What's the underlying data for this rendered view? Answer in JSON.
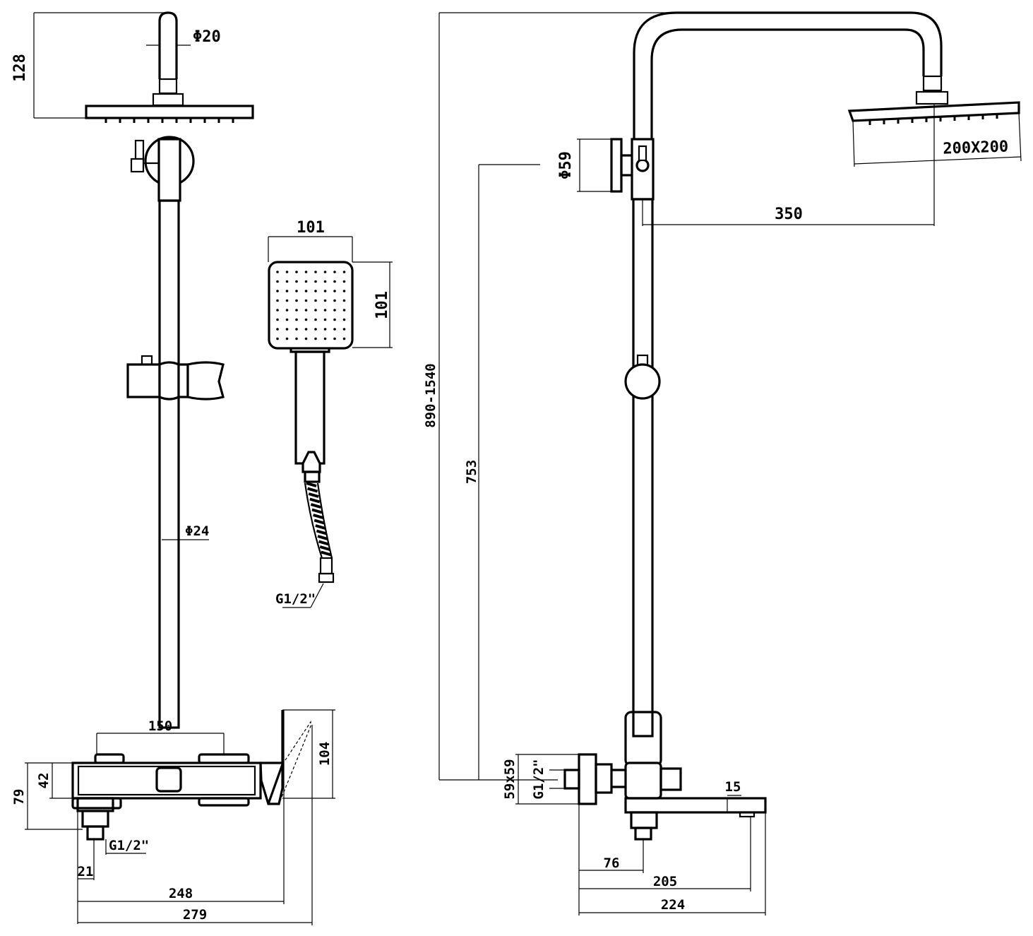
{
  "drawing": {
    "front_view": {
      "dim_head_height": "128",
      "dim_arm_diameter": "Φ20",
      "dim_pipe_diameter": "Φ24",
      "dim_valve_spacing": "150",
      "dim_lever_height": "104",
      "dim_body_height": "42",
      "dim_total_height": "79",
      "inlet_thread": "G1/2\"",
      "dim_inlet_width": "21",
      "dim_width_248": "248",
      "dim_width_279": "279"
    },
    "hand_shower": {
      "dim_head_width": "101",
      "dim_head_height": "101",
      "hose_thread": "G1/2\""
    },
    "side_view": {
      "dim_height_range": "890-1540",
      "dim_slider_height": "753",
      "dim_bracket_diameter": "Φ59",
      "dim_rain_head": "200X200",
      "dim_arm_reach": "350",
      "dim_escutcheon": "59x59",
      "inlet_thread": "G1/2\"",
      "dim_spout": "15",
      "dim_76": "76",
      "dim_205": "205",
      "dim_224": "224"
    }
  }
}
